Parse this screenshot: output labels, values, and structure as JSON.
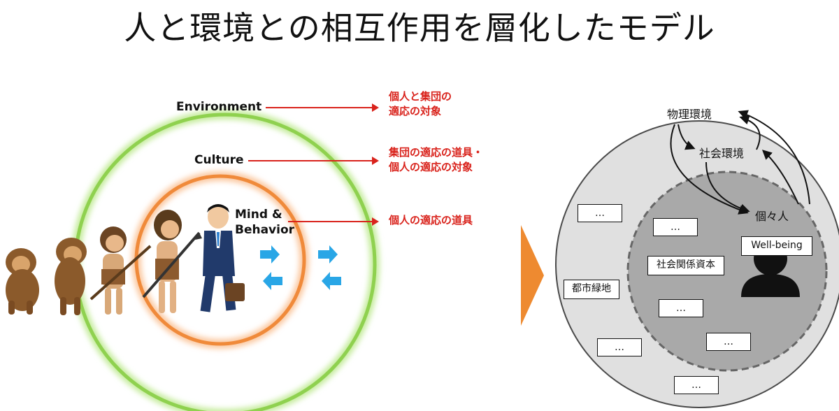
{
  "title": "人と環境との相互作用を層化したモデル",
  "left_diagram": {
    "layers": [
      {
        "label": "Environment",
        "description": "個人と集団の\n適応の対象"
      },
      {
        "label": "Culture",
        "description": "集団の適応の道具・\n個人の適応の対象"
      },
      {
        "label": "Mind &\nBehavior",
        "description": "個人の適応の道具"
      }
    ],
    "colors": {
      "outer_ring": "#8fd14f",
      "inner_ring": "#f08a3a",
      "annotation": "#d9231c",
      "exchange_arrows": "#29a6e6"
    }
  },
  "transition_arrow_color": "#ee8a30",
  "right_diagram": {
    "nodes": {
      "physical": "物理環境",
      "social": "社会環境",
      "individual": "個々人"
    },
    "boxes": {
      "wellbeing": "Well-being",
      "social_capital": "社会関係資本",
      "urban_green": "都市緑地",
      "placeholder": "…"
    },
    "colors": {
      "outer_circle": "#e0e0e0",
      "inner_circle": "#a9a9a9",
      "person": "#111111"
    }
  }
}
